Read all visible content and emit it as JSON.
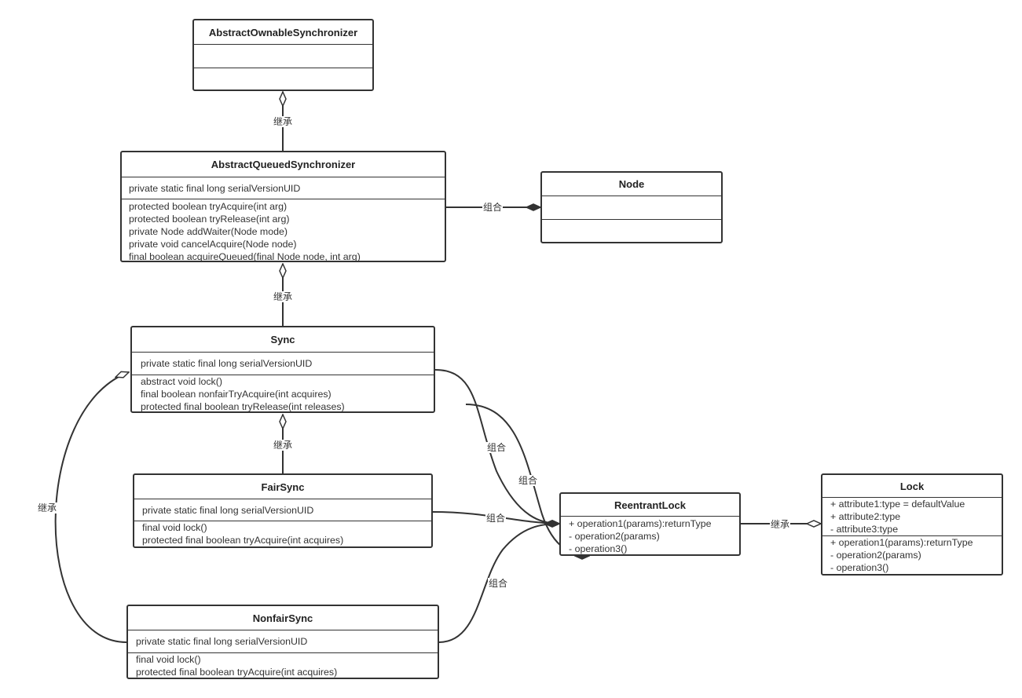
{
  "classes": {
    "aos": {
      "name": "AbstractOwnableSynchronizer",
      "attributes": [],
      "operations": []
    },
    "aqs": {
      "name": "AbstractQueuedSynchronizer",
      "attributes": [
        "private static final long serialVersionUID"
      ],
      "operations": [
        "protected boolean tryAcquire(int arg)",
        "protected boolean tryRelease(int arg)",
        "private Node addWaiter(Node mode)",
        "private void cancelAcquire(Node node)",
        "final boolean acquireQueued(final Node node, int arg)"
      ]
    },
    "node": {
      "name": "Node",
      "attributes": [],
      "operations": []
    },
    "sync": {
      "name": "Sync",
      "attributes": [
        "private static final long serialVersionUID"
      ],
      "operations": [
        "abstract void lock()",
        "final boolean nonfairTryAcquire(int acquires)",
        "protected final boolean tryRelease(int releases)"
      ]
    },
    "fair": {
      "name": "FairSync",
      "attributes": [
        "private static final long serialVersionUID"
      ],
      "operations": [
        "final void lock()",
        "protected final boolean tryAcquire(int acquires)"
      ]
    },
    "nonfair": {
      "name": "NonfairSync",
      "attributes": [
        "private static final long serialVersionUID"
      ],
      "operations": [
        "final void lock()",
        "protected final boolean tryAcquire(int acquires)"
      ]
    },
    "rl": {
      "name": "ReentrantLock",
      "attributes": [],
      "operations": [
        "+ operation1(params):returnType",
        "- operation2(params)",
        "- operation3()"
      ]
    },
    "lock": {
      "name": "Lock",
      "attributes": [
        "+ attribute1:type = defaultValue",
        "+ attribute2:type",
        "- attribute3:type"
      ],
      "operations": [
        "+ operation1(params):returnType",
        "- operation2(params)",
        "- operation3()"
      ]
    }
  },
  "edge_labels": {
    "inherit": "继承",
    "compose": "组合"
  },
  "colors": {
    "stroke": "#333333",
    "text": "#333333",
    "background": "#ffffff"
  }
}
